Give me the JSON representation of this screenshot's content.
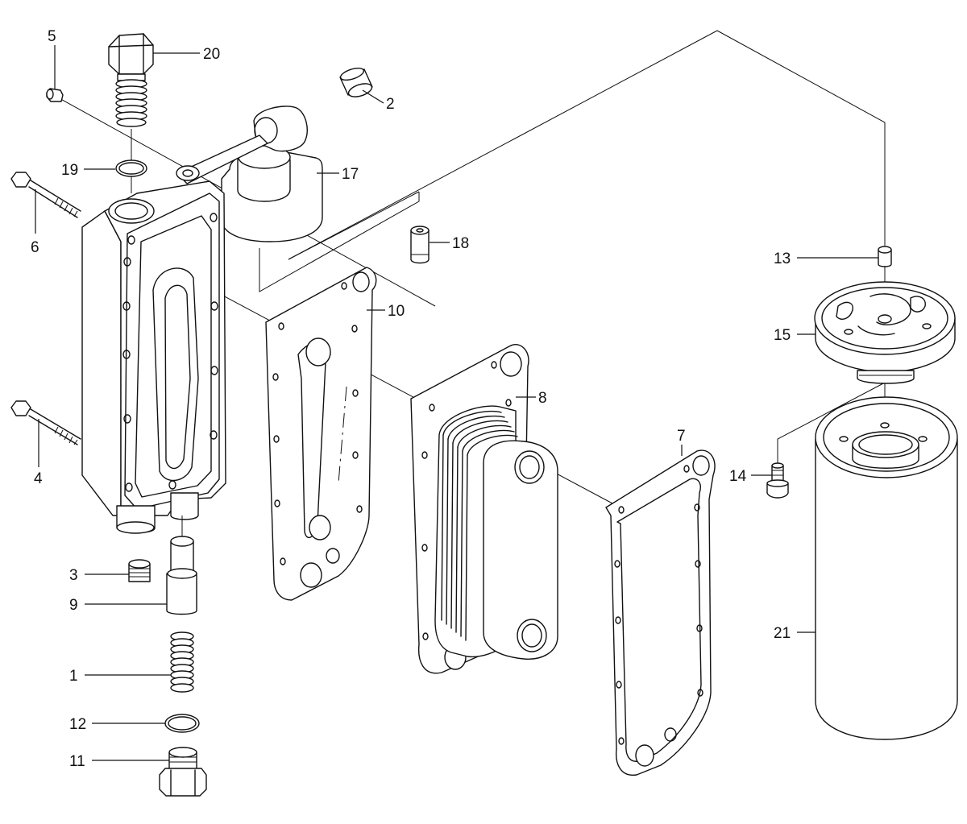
{
  "parts": [
    {
      "id": "p1",
      "label": "1"
    },
    {
      "id": "p2",
      "label": "2"
    },
    {
      "id": "p3",
      "label": "3"
    },
    {
      "id": "p4",
      "label": "4"
    },
    {
      "id": "p5",
      "label": "5"
    },
    {
      "id": "p6",
      "label": "6"
    },
    {
      "id": "p7",
      "label": "7"
    },
    {
      "id": "p8",
      "label": "8"
    },
    {
      "id": "p9",
      "label": "9"
    },
    {
      "id": "p10",
      "label": "10"
    },
    {
      "id": "p11",
      "label": "11"
    },
    {
      "id": "p12",
      "label": "12"
    },
    {
      "id": "p13",
      "label": "13"
    },
    {
      "id": "p14",
      "label": "14"
    },
    {
      "id": "p15",
      "label": "15"
    },
    {
      "id": "p17",
      "label": "17"
    },
    {
      "id": "p18",
      "label": "18"
    },
    {
      "id": "p19",
      "label": "19"
    },
    {
      "id": "p20",
      "label": "20"
    },
    {
      "id": "p21",
      "label": "21"
    }
  ]
}
